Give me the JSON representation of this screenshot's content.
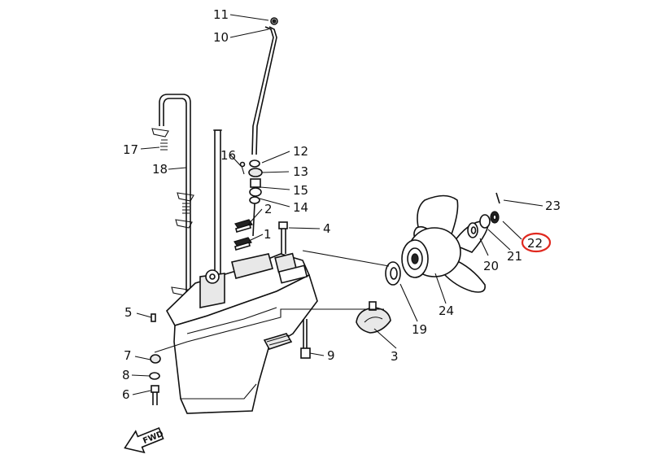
{
  "diagram": {
    "callouts": [
      {
        "id": "c11",
        "text": "11"
      },
      {
        "id": "c10",
        "text": "10"
      },
      {
        "id": "c17",
        "text": "17"
      },
      {
        "id": "c18",
        "text": "18"
      },
      {
        "id": "c16",
        "text": "16"
      },
      {
        "id": "c12",
        "text": "12"
      },
      {
        "id": "c13",
        "text": "13"
      },
      {
        "id": "c15",
        "text": "15"
      },
      {
        "id": "c14",
        "text": "14"
      },
      {
        "id": "c2",
        "text": "2"
      },
      {
        "id": "c1",
        "text": "1"
      },
      {
        "id": "c4",
        "text": "4"
      },
      {
        "id": "c23",
        "text": "23"
      },
      {
        "id": "c22",
        "text": "22"
      },
      {
        "id": "c20",
        "text": "20"
      },
      {
        "id": "c21",
        "text": "21"
      },
      {
        "id": "c24",
        "text": "24"
      },
      {
        "id": "c19",
        "text": "19"
      },
      {
        "id": "c3",
        "text": "3"
      },
      {
        "id": "c5",
        "text": "5"
      },
      {
        "id": "c7",
        "text": "7"
      },
      {
        "id": "c8",
        "text": "8"
      },
      {
        "id": "c6",
        "text": "6"
      },
      {
        "id": "c9",
        "text": "9"
      }
    ],
    "fwd_label": "FWD",
    "highlighted_callout": "22",
    "highlight_color": "#e0281e"
  }
}
